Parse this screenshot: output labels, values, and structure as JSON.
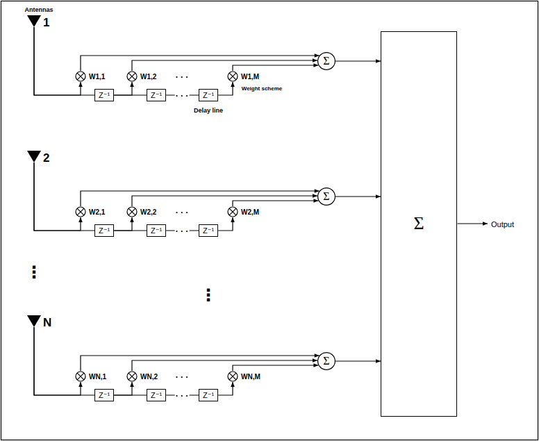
{
  "diagram": {
    "nodes": [
      {
        "text": [
          "1"
        ]
      },
      {
        "text": [
          "W1,1"
        ]
      },
      {
        "text": [
          "W1,2"
        ]
      },
      {
        "text": [
          "W1,M"
        ]
      },
      {
        "text": [
          "Σ"
        ]
      },
      {
        "text": [
          "Z⁻¹"
        ]
      },
      {
        "text": [
          "Z⁻¹"
        ]
      },
      {
        "text": [
          "Z⁻¹"
        ]
      },
      {
        "text": [
          "2"
        ]
      },
      {
        "text": [
          "W2,1"
        ]
      },
      {
        "text": [
          "W2,2"
        ]
      },
      {
        "text": [
          "W2,M"
        ]
      },
      {
        "text": [
          "Σ"
        ]
      },
      {
        "text": [
          "Z⁻¹"
        ]
      },
      {
        "text": [
          "Z⁻¹"
        ]
      },
      {
        "text": [
          "Z⁻¹"
        ]
      },
      {
        "text": [
          "N"
        ]
      },
      {
        "text": [
          "WN,1"
        ]
      },
      {
        "text": [
          "WN,2"
        ]
      },
      {
        "text": [
          "WN,M"
        ]
      },
      {
        "text": [
          "Σ"
        ]
      },
      {
        "text": [
          "Z⁻¹"
        ]
      },
      {
        "text": [
          "Z⁻¹"
        ]
      },
      {
        "text": [
          "Z⁻¹"
        ]
      },
      {
        "text": [
          "Σ"
        ]
      }
    ],
    "edges": [
      {
        "from": 0,
        "to": 1,
        "arrow": "to"
      },
      {
        "from": 0,
        "to": 5,
        "arrow": "none"
      },
      {
        "from": 5,
        "to": 2,
        "arrow": "to"
      },
      {
        "from": 5,
        "to": 6,
        "arrow": "none"
      },
      {
        "from": 6,
        "to": 7,
        "arrow": "none"
      },
      {
        "from": 7,
        "to": 3,
        "arrow": "to"
      },
      {
        "from": 1,
        "to": 4,
        "arrow": "to"
      },
      {
        "from": 2,
        "to": 4,
        "arrow": "to"
      },
      {
        "from": 3,
        "to": 4,
        "arrow": "to"
      },
      {
        "from": 4,
        "to": 24,
        "arrow": "to"
      },
      {
        "from": 8,
        "to": 9,
        "arrow": "to"
      },
      {
        "from": 8,
        "to": 13,
        "arrow": "none"
      },
      {
        "from": 13,
        "to": 10,
        "arrow": "to"
      },
      {
        "from": 13,
        "to": 14,
        "arrow": "none"
      },
      {
        "from": 14,
        "to": 15,
        "arrow": "none"
      },
      {
        "from": 15,
        "to": 11,
        "arrow": "to"
      },
      {
        "from": 9,
        "to": 12,
        "arrow": "to"
      },
      {
        "from": 10,
        "to": 12,
        "arrow": "to"
      },
      {
        "from": 11,
        "to": 12,
        "arrow": "to"
      },
      {
        "from": 12,
        "to": 24,
        "arrow": "to"
      },
      {
        "from": 16,
        "to": 17,
        "arrow": "to"
      },
      {
        "from": 16,
        "to": 21,
        "arrow": "none"
      },
      {
        "from": 21,
        "to": 18,
        "arrow": "to"
      },
      {
        "from": 21,
        "to": 22,
        "arrow": "none"
      },
      {
        "from": 22,
        "to": 23,
        "arrow": "none"
      },
      {
        "from": 23,
        "to": 19,
        "arrow": "to"
      },
      {
        "from": 17,
        "to": 20,
        "arrow": "to"
      },
      {
        "from": 18,
        "to": 20,
        "arrow": "to"
      },
      {
        "from": 19,
        "to": 20,
        "arrow": "to"
      },
      {
        "from": 20,
        "to": 24,
        "arrow": "to"
      }
    ],
    "labels": [
      "Antennas",
      "· · ·",
      "Weight scheme",
      "· · ·",
      "Delay line",
      "· · ·",
      "· · ·",
      "⋮",
      "⋮",
      "· · ·",
      "· · ·",
      "Output"
    ]
  }
}
